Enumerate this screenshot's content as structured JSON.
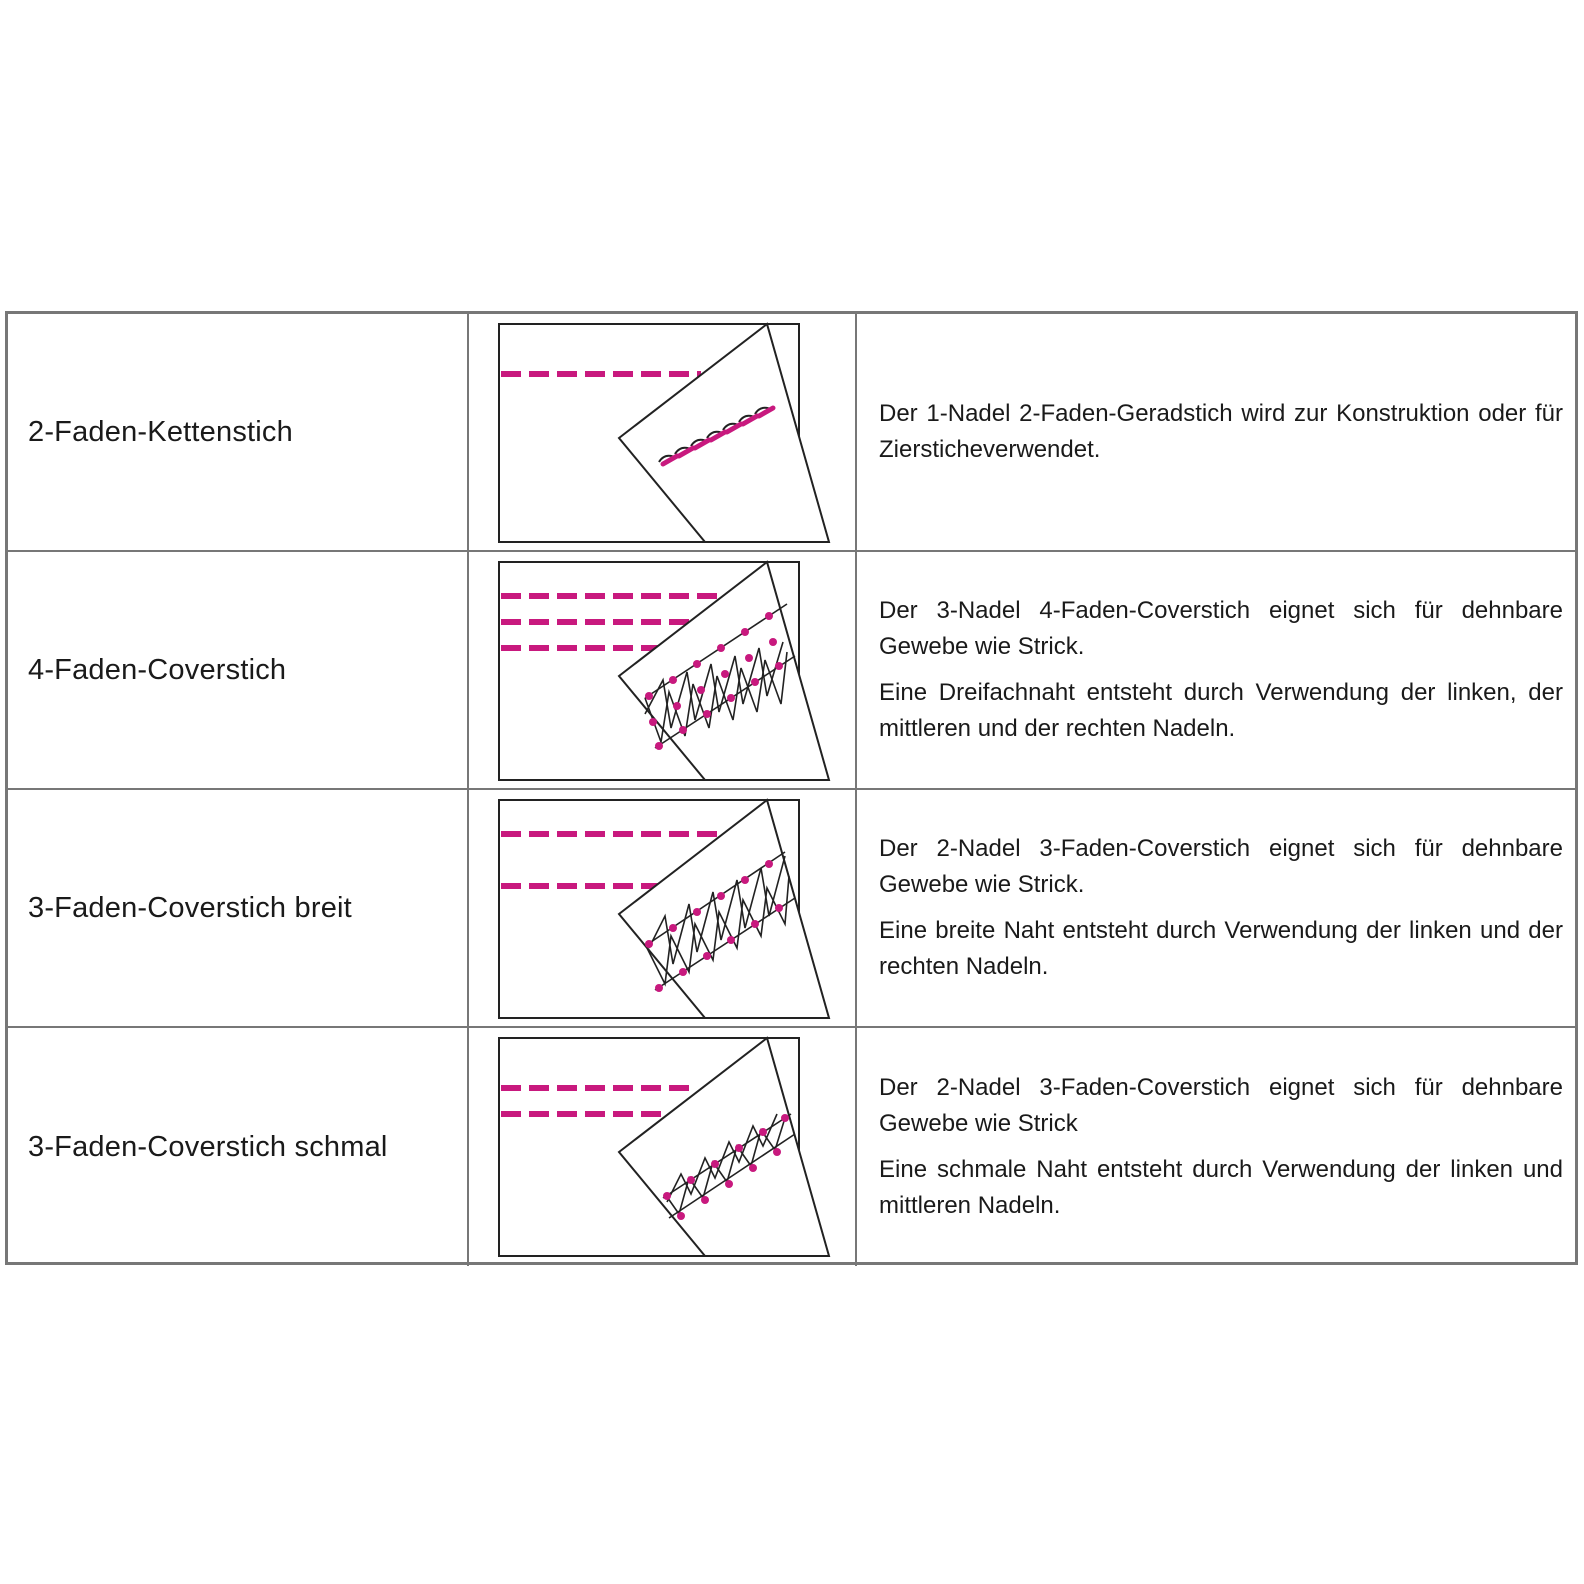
{
  "rows": [
    {
      "name": "2-Faden-Kettenstich",
      "illustration_icon": "chain-stitch-icon",
      "description": [
        "Der 1-Nadel 2-Faden-Geradstich wird zur Konstruktion oder für Ziersticheverwendet."
      ]
    },
    {
      "name": "4-Faden-Coverstich",
      "illustration_icon": "four-thread-coverstitch-icon",
      "description": [
        "Der 3-Nadel 4-Faden-Coverstich eignet sich für dehnbare Gewebe wie Strick.",
        "Eine Dreifachnaht entsteht durch Verwendung der linken, der mittleren und der rechten Nadeln."
      ]
    },
    {
      "name": "3-Faden-Coverstich breit",
      "illustration_icon": "three-thread-coverstitch-wide-icon",
      "description": [
        "Der 2-Nadel 3-Faden-Coverstich eignet sich für dehnbare Gewebe wie Strick.",
        "Eine breite Naht entsteht durch Verwendung der linken und der rechten Nadeln."
      ]
    },
    {
      "name": "3-Faden-Coverstich schmal",
      "illustration_icon": "three-thread-coverstitch-narrow-icon",
      "description": [
        "Der 2-Nadel 3-Faden-Coverstich eignet sich für dehnbare Gewebe wie Strick",
        "Eine schmale Naht entsteht durch Verwendung der linken und mittleren Nadeln."
      ]
    }
  ],
  "colors": {
    "thread": "#c8197e",
    "border": "#777777",
    "line": "#222222"
  }
}
